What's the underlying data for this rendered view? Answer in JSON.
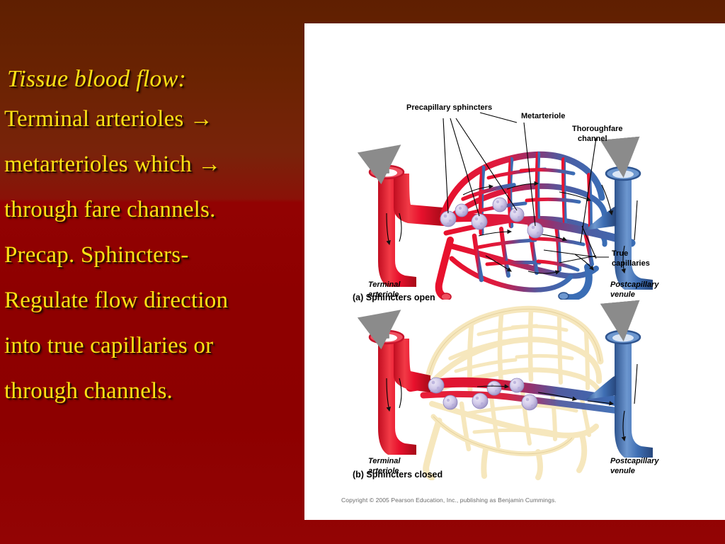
{
  "slide": {
    "background_top_color": "#5e1e01",
    "background_bottom_color": "#8e0000",
    "text_color": "#fbe114"
  },
  "text_block": {
    "title": "Tissue blood flow:",
    "lines": [
      "Terminal arterioles →",
      "metarterioles which →",
      "through fare channels.",
      "Precap. Sphincters-",
      "Regulate flow direction",
      "into true capillaries or",
      "through channels."
    ]
  },
  "figure": {
    "copyright": "Copyright © 2005 Pearson Education, Inc., publishing as Benjamin Cummings.",
    "panel_a": {
      "caption": "(a)  Sphincters open",
      "labels": {
        "precapillary_sphincters": "Precapillary sphincters",
        "metarteriole": "Metarteriole",
        "thoroughfare_channel_line1": "Thoroughfare",
        "thoroughfare_channel_line2": "channel",
        "true_capillaries_line1": "True",
        "true_capillaries_line2": "capillaries",
        "terminal_arteriole_line1": "Terminal",
        "terminal_arteriole_line2": "arteriole",
        "postcapillary_venule_line1": "Postcapillary",
        "postcapillary_venule_line2": "venule"
      },
      "colors": {
        "arteriole": "#e8112d",
        "venule": "#3a6db5",
        "sphincter": "#c9c3e6"
      }
    },
    "panel_b": {
      "caption": "(b)  Sphincters closed",
      "labels": {
        "terminal_arteriole_line1": "Terminal",
        "terminal_arteriole_line2": "arteriole",
        "postcapillary_venule_line1": "Postcapillary",
        "postcapillary_venule_line2": "venule"
      },
      "colors": {
        "collapsed_capillaries": "#f6e7bd",
        "arteriole": "#e8112d",
        "venule": "#3a6db5"
      }
    }
  }
}
